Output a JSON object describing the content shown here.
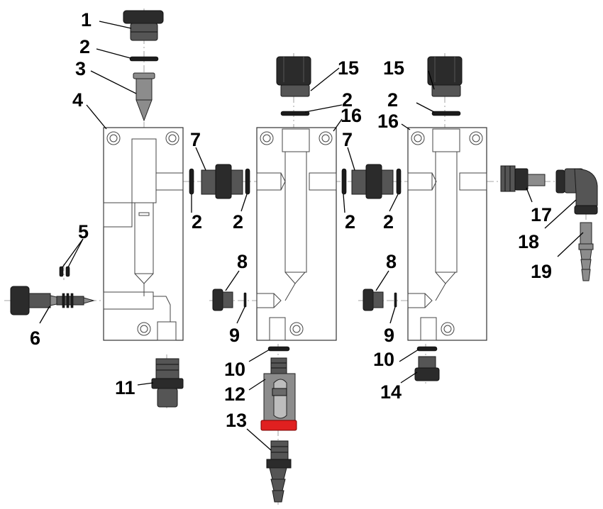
{
  "diagram": {
    "labels": [
      "1",
      "2",
      "3",
      "4",
      "5",
      "6",
      "7",
      "8",
      "9",
      "10",
      "11",
      "12",
      "13",
      "14",
      "15",
      "16",
      "17",
      "18",
      "19"
    ],
    "colors": {
      "outline": "#333333",
      "dark_part": "#2b2b2b",
      "medium_part": "#555555",
      "light_part": "#8c8c8c",
      "valve_red": "#e02020",
      "label": "#000000"
    }
  }
}
